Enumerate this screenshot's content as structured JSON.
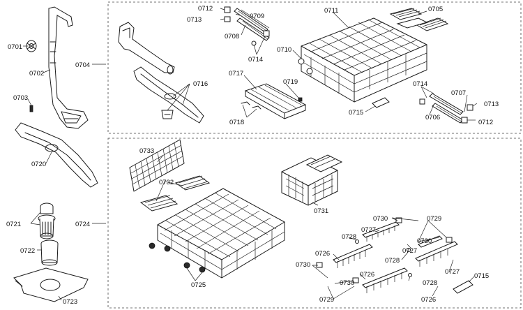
{
  "labels": {
    "p0701": "0701",
    "p0702": "0702",
    "p0703": "0703",
    "p0704": "0704",
    "p0705": "0705",
    "p0706": "0706",
    "p0707": "0707",
    "p0708": "0708",
    "p0709": "0709",
    "p0710": "0710",
    "p0711": "0711",
    "p0712a": "0712",
    "p0712b": "0712",
    "p0713a": "0713",
    "p0713b": "0713",
    "p0714a": "0714",
    "p0714b": "0714",
    "p0715a": "0715",
    "p0715b": "0715",
    "p0716": "0716",
    "p0717": "0717",
    "p0718": "0718",
    "p0719": "0719",
    "p0720": "0720",
    "p0721": "0721",
    "p0722": "0722",
    "p0723": "0723",
    "p0724": "0724",
    "p0725": "0725",
    "p0726a": "0726",
    "p0726b": "0726",
    "p0726c": "0726",
    "p0727a": "0727",
    "p0727b": "0727",
    "p0727c": "0727",
    "p0728a": "0728",
    "p0728b": "0728",
    "p0728c": "0728",
    "p0729a": "0729",
    "p0729b": "0729",
    "p0730a": "0730",
    "p0730b": "0730",
    "p0730c": "0730",
    "p0731": "0731",
    "p0732": "0732",
    "p0733": "0733"
  }
}
